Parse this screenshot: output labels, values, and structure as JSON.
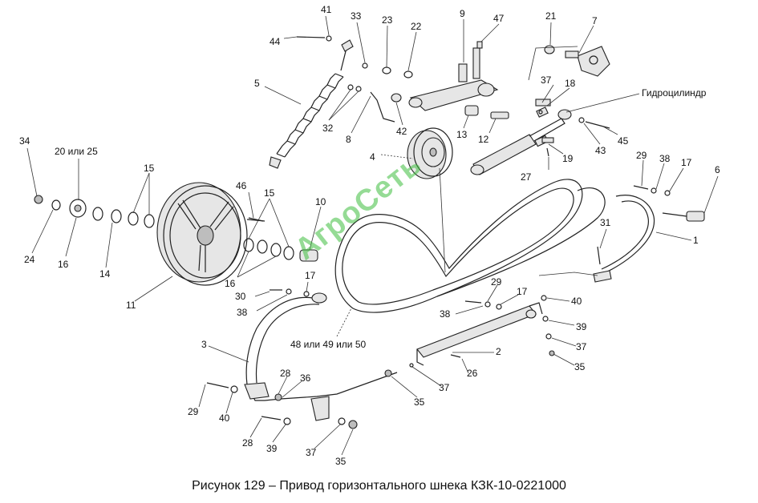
{
  "caption": "Рисунок 129 – Привод горизонтального шнека КЗК-10-0221000",
  "watermark": "АгроСеть",
  "hydraulic_label": "Гидроцилиндр",
  "belt_label": "48 или 49 или 50",
  "washer_label": "20 или 25",
  "callouts": [
    "41",
    "33",
    "23",
    "22",
    "9",
    "47",
    "21",
    "7",
    "44",
    "5",
    "37",
    "18",
    "32",
    "42",
    "13",
    "12",
    "8",
    "45",
    "43",
    "19",
    "27",
    "4",
    "34",
    "15",
    "29",
    "38",
    "17",
    "6",
    "46",
    "10",
    "1",
    "31",
    "24",
    "16",
    "14",
    "11",
    "30",
    "40",
    "39",
    "3",
    "28",
    "36",
    "2",
    "26",
    "35"
  ],
  "colors": {
    "line": "#222222",
    "watermark": "#3fbf3f",
    "background": "#ffffff"
  }
}
